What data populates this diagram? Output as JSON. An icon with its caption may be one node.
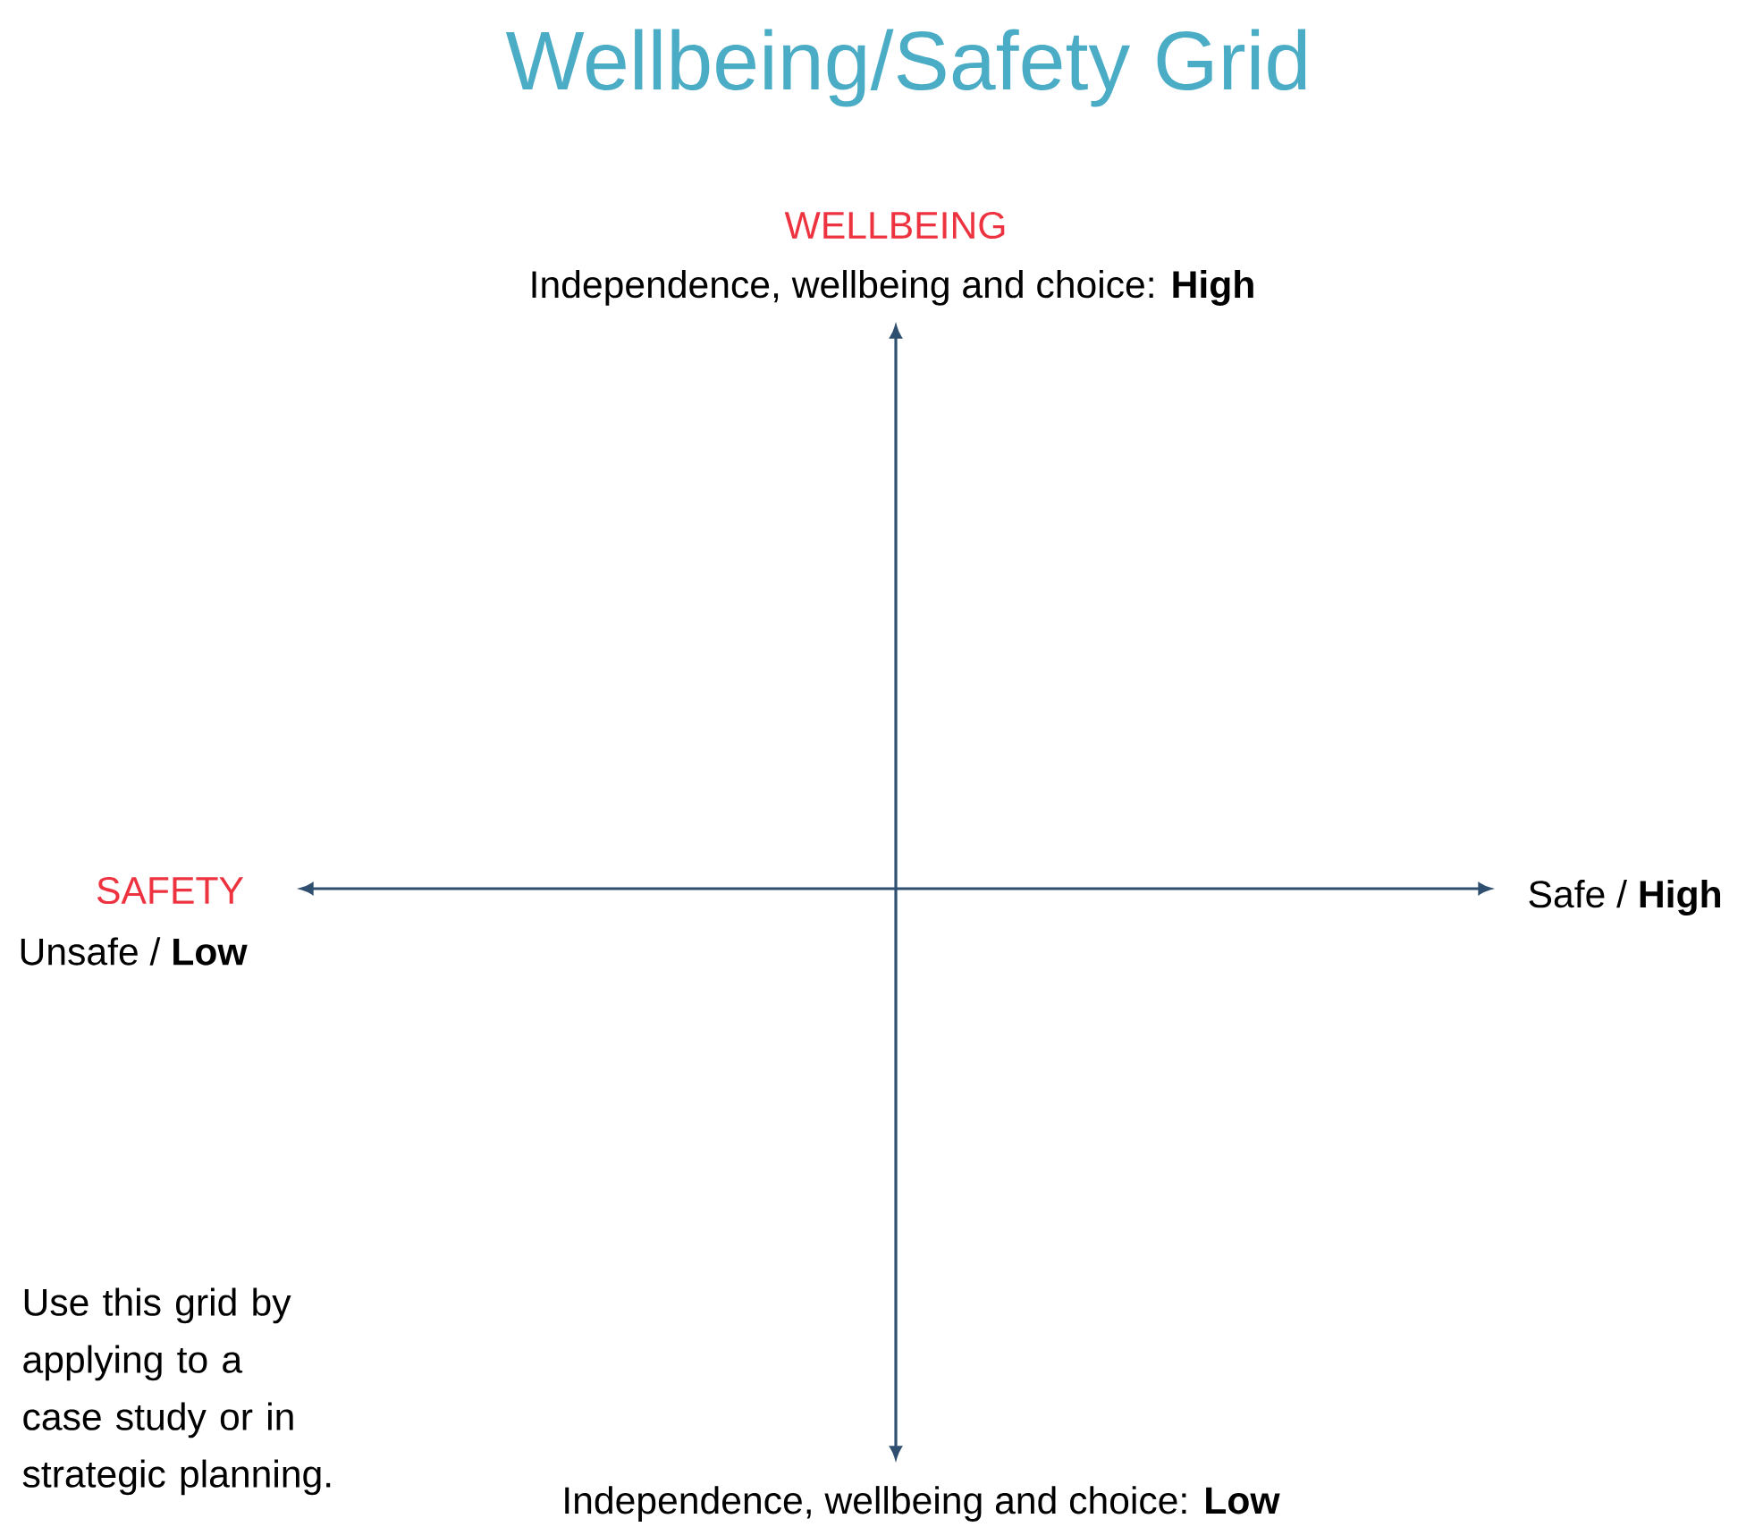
{
  "diagram": {
    "title": "Wellbeing/Safety Grid",
    "labels": [
      "WELLBEING",
      "Independence, wellbeing and choice: **High**",
      "SAFETY",
      "Safe / **High**",
      "Unsafe / **Low**",
      "Use this grid by applying to a case study or in strategic planning.",
      "Independence, wellbeing and choice: **Low**"
    ]
  }
}
